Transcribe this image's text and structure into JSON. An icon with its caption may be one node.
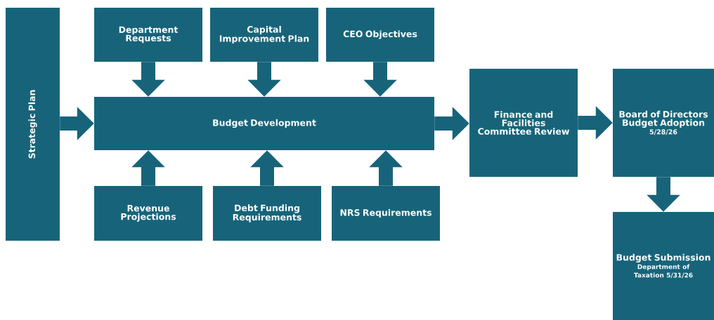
{
  "diagram": {
    "nodes": [
      {
        "text": [
          "Strategic Plan"
        ]
      },
      {
        "text": [
          "Department Requests"
        ]
      },
      {
        "text": [
          "Capital Improvement Plan"
        ]
      },
      {
        "text": [
          "CEO Objectives"
        ]
      },
      {
        "text": [
          "Budget Development"
        ]
      },
      {
        "text": [
          "Revenue Projections"
        ]
      },
      {
        "text": [
          "Debt Funding Requirements"
        ]
      },
      {
        "text": [
          "NRS Requirements"
        ]
      },
      {
        "text": [
          "Finance and Facilities Committee Review"
        ]
      },
      {
        "text": [
          "Board of Directors Budget Adoption",
          "5/28/26"
        ]
      },
      {
        "text": [
          "Budget Submission",
          "Department of Taxation 5/31/26"
        ]
      }
    ],
    "edges": [
      {
        "from": 0,
        "to": 4,
        "arrow": "to"
      },
      {
        "from": 1,
        "to": 4,
        "arrow": "to"
      },
      {
        "from": 2,
        "to": 4,
        "arrow": "to"
      },
      {
        "from": 3,
        "to": 4,
        "arrow": "to"
      },
      {
        "from": 5,
        "to": 4,
        "arrow": "to"
      },
      {
        "from": 6,
        "to": 4,
        "arrow": "to"
      },
      {
        "from": 7,
        "to": 4,
        "arrow": "to"
      },
      {
        "from": 4,
        "to": 8,
        "arrow": "to"
      },
      {
        "from": 8,
        "to": 9,
        "arrow": "to"
      },
      {
        "from": 9,
        "to": 10,
        "arrow": "to"
      }
    ]
  }
}
